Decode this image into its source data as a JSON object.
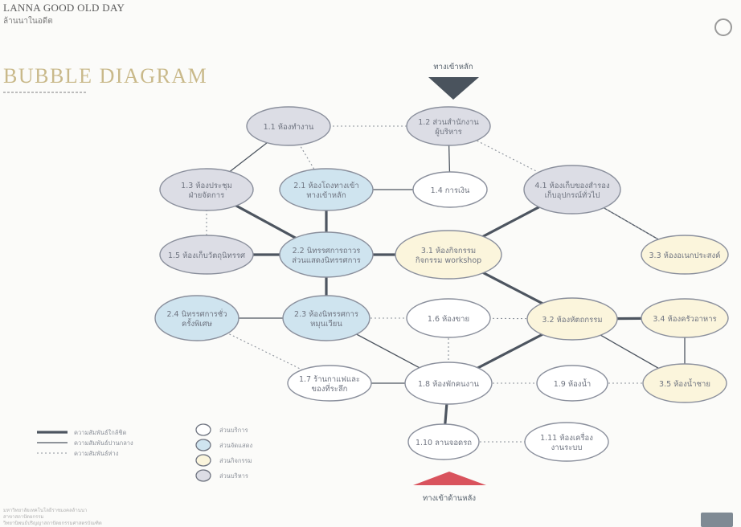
{
  "header": {
    "project_title": "LANNA GOOD OLD DAY",
    "project_subtitle": "ล้านนาในอดีต",
    "diagram_title": "BUBBLE DIAGRAM"
  },
  "entrances": {
    "main_entrance": "ทางเข้าหลัก",
    "service_entrance": "ทางเข้าด้านหลัง"
  },
  "colors": {
    "blue_fill": "#cfe4ef",
    "grey_fill": "#dcdde5",
    "cream_fill": "#fbf5dc",
    "white_fill": "#ffffff",
    "bubble_stroke": "#8a8f9c",
    "strong_line": "#4d5560",
    "entrance_top": "#4a535d",
    "entrance_bottom": "#d9535d"
  },
  "bubbles": [
    {
      "id": "staff",
      "label": [
        "1.1 ห้องทำงาน"
      ],
      "fill": "grey"
    },
    {
      "id": "office",
      "label": [
        "1.2 ส่วนสำนักงาน",
        "ผู้บริหาร"
      ],
      "fill": "grey"
    },
    {
      "id": "meeting",
      "label": [
        "1.3 ห้องประชุม",
        "ฝ่ายจัดการ"
      ],
      "fill": "grey"
    },
    {
      "id": "lobby",
      "label": [
        "2.1 ห้องโถงทางเข้า",
        "ทางเข้าหลัก"
      ],
      "fill": "blue"
    },
    {
      "id": "cashier",
      "label": [
        "1.4 การเงิน"
      ],
      "fill": "white"
    },
    {
      "id": "storage",
      "label": [
        "4.1 ห้องเก็บของสำรอง",
        "เก็บอุปกรณ์ทั่วไป"
      ],
      "fill": "grey"
    },
    {
      "id": "exhibit_store",
      "label": [
        "1.5 ห้องเก็บวัตถุนิทรรศ"
      ],
      "fill": "grey"
    },
    {
      "id": "exhibit",
      "label": [
        "2.2 นิทรรศการถาวร",
        "ส่วนแสดงนิทรรศการ"
      ],
      "fill": "blue"
    },
    {
      "id": "workshop",
      "label": [
        "3.1 ห้องกิจกรรม",
        "กิจกรรม workshop"
      ],
      "fill": "cream"
    },
    {
      "id": "craft",
      "label": [
        "3.2 ห้องหัตถกรรม"
      ],
      "fill": "cream"
    },
    {
      "id": "temp_exhibit",
      "label": [
        "2.3 ห้องนิทรรศการ",
        "หมุนเวียน"
      ],
      "fill": "blue"
    },
    {
      "id": "theatre",
      "label": [
        "2.4 นิทรรศการชั่ว",
        "ครั้งพิเศษ"
      ],
      "fill": "blue"
    },
    {
      "id": "shop",
      "label": [
        "1.6 ห้องขาย"
      ],
      "fill": "white"
    },
    {
      "id": "hall",
      "label": [
        "3.3 ห้องอเนกประสงค์"
      ],
      "fill": "cream"
    },
    {
      "id": "kitchen",
      "label": [
        "3.4 ห้องครัวอาหาร"
      ],
      "fill": "cream"
    },
    {
      "id": "cafe",
      "label": [
        "1.7 ร้านกาแฟและ",
        "ของที่ระลึก"
      ],
      "fill": "white"
    },
    {
      "id": "corridor",
      "label": [
        "1.8 ห้องพักคนงาน"
      ],
      "fill": "white"
    },
    {
      "id": "service",
      "label": [
        "1.9 ห้องน้ำ"
      ],
      "fill": "white"
    },
    {
      "id": "restroom",
      "label": [
        "3.5 ห้องน้ำชาย"
      ],
      "fill": "cream"
    },
    {
      "id": "loading",
      "label": [
        "1.10 ลานจอดรถ"
      ],
      "fill": "white"
    },
    {
      "id": "maint",
      "label": [
        "1.11 ห้องเครื่อง",
        "งานระบบ"
      ],
      "fill": "white"
    }
  ],
  "connections": [
    {
      "from": "staff",
      "to": "office",
      "type": "dotted"
    },
    {
      "from": "staff",
      "to": "meeting",
      "type": "thin"
    },
    {
      "from": "staff",
      "to": "lobby",
      "type": "dotted"
    },
    {
      "from": "office",
      "to": "cashier",
      "type": "thin"
    },
    {
      "from": "office",
      "to": "storage",
      "type": "dotted"
    },
    {
      "from": "meeting",
      "to": "exhibit_store",
      "type": "dotted"
    },
    {
      "from": "meeting",
      "to": "exhibit",
      "type": "strong"
    },
    {
      "from": "lobby",
      "to": "cashier",
      "type": "thin"
    },
    {
      "from": "lobby",
      "to": "exhibit",
      "type": "strong"
    },
    {
      "from": "exhibit_store",
      "to": "exhibit",
      "type": "strong"
    },
    {
      "from": "exhibit",
      "to": "workshop",
      "type": "strong"
    },
    {
      "from": "exhibit",
      "to": "temp_exhibit",
      "type": "strong"
    },
    {
      "from": "storage",
      "to": "workshop",
      "type": "strong"
    },
    {
      "from": "storage",
      "to": "hall",
      "type": "thin"
    },
    {
      "from": "workshop",
      "to": "craft",
      "type": "strong"
    },
    {
      "from": "theatre",
      "to": "temp_exhibit",
      "type": "thin"
    },
    {
      "from": "temp_exhibit",
      "to": "shop",
      "type": "dotted"
    },
    {
      "from": "temp_exhibit",
      "to": "corridor",
      "type": "thin"
    },
    {
      "from": "theatre",
      "to": "cafe",
      "type": "dotted"
    },
    {
      "from": "cafe",
      "to": "corridor",
      "type": "thin"
    },
    {
      "from": "shop",
      "to": "corridor",
      "type": "dotted"
    },
    {
      "from": "shop",
      "to": "craft",
      "type": "dotted"
    },
    {
      "from": "corridor",
      "to": "craft",
      "type": "strong"
    },
    {
      "from": "craft",
      "to": "kitchen",
      "type": "strong"
    },
    {
      "from": "craft",
      "to": "restroom",
      "type": "thin"
    },
    {
      "from": "kitchen",
      "to": "restroom",
      "type": "thin"
    },
    {
      "from": "corridor",
      "to": "service",
      "type": "dotted"
    },
    {
      "from": "corridor",
      "to": "loading",
      "type": "strong"
    },
    {
      "from": "loading",
      "to": "maint",
      "type": "dotted"
    },
    {
      "from": "service",
      "to": "restroom",
      "type": "dotted"
    },
    {
      "from": "hall",
      "to": "storage",
      "type": "dotted"
    }
  ],
  "legend": {
    "lines": [
      {
        "type": "strong",
        "label": "ความสัมพันธ์ใกล้ชิด"
      },
      {
        "type": "thin",
        "label": "ความสัมพันธ์ปานกลาง"
      },
      {
        "type": "dotted",
        "label": "ความสัมพันธ์ห่าง"
      }
    ],
    "zones": [
      {
        "fill": "white",
        "label": "ส่วนบริการ"
      },
      {
        "fill": "blue",
        "label": "ส่วนจัดแสดง"
      },
      {
        "fill": "cream",
        "label": "ส่วนกิจกรรม"
      },
      {
        "fill": "grey",
        "label": "ส่วนบริหาร"
      }
    ]
  },
  "footer": {
    "line1": "มหาวิทยาลัยเทคโนโลยีราชมงคลล้านนา",
    "line2": "สาขาสถาปัตยกรรม",
    "line3": "วิทยานิพนธ์ปริญญาสถาปัตยกรรมศาสตรบัณฑิต"
  }
}
